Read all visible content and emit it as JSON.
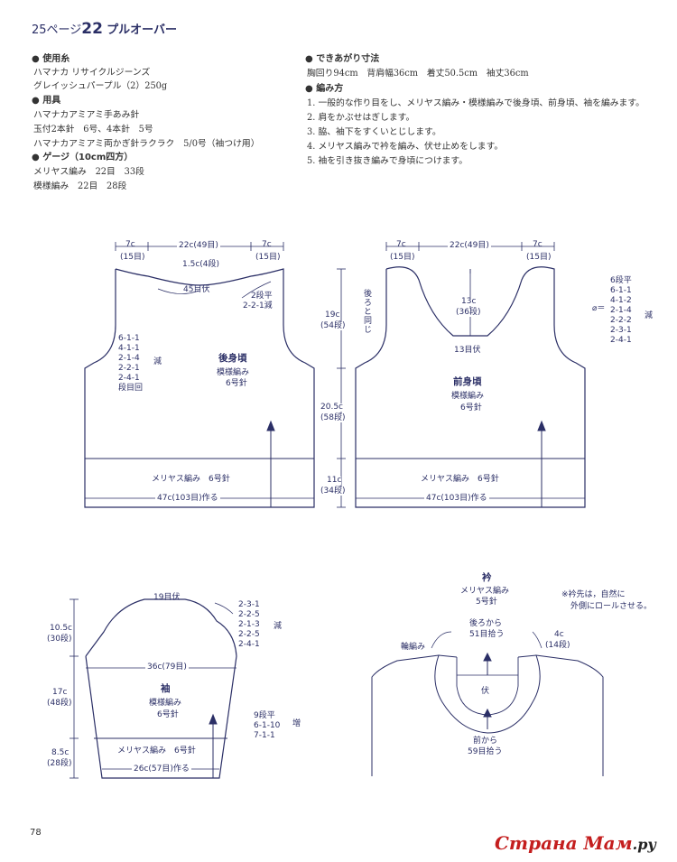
{
  "header": {
    "page_ref": "25ページ",
    "num": "22",
    "title": "プルオーバー"
  },
  "materials": {
    "yarn_head": "使用糸",
    "yarn_1": "ハマナカ リサイクルジーンズ",
    "yarn_2": "グレイッシュパープル（2）250g",
    "tools_head": "用具",
    "tools_1": "ハマナカアミアミ手あみ針",
    "tools_2": "玉付2本針　6号、4本針　5号",
    "tools_3": "ハマナカアミアミ両かぎ針ラクラク　5/0号（袖つけ用）",
    "gauge_head": "ゲージ（10cm四方）",
    "gauge_1": "メリヤス編み　22目　33段",
    "gauge_2": "模様編み　22目　28段"
  },
  "finished": {
    "head": "できあがり寸法",
    "line": "胸回り94cm　背肩幅36cm　着丈50.5cm　袖丈36cm",
    "method_head": "編み方",
    "steps": [
      "1. 一般的な作り目をし、メリヤス編み・模様編みで後身頃、前身頃、袖を編みます。",
      "2. 肩をかぶせはぎします。",
      "3. 脇、袖下をすくいとじします。",
      "4. メリヤス編みで衿を編み、伏せ止めをします。",
      "5. 袖を引き抜き編みで身頃につけます。"
    ]
  },
  "back": {
    "w7a": "7c",
    "w7a_s": "(15目)",
    "w22": "22c(49目)",
    "w7b": "7c",
    "w7b_s": "(15目)",
    "neck_drop": "1.5c(4段)",
    "bind45": "45目伏",
    "neck_dec": "2段平\n2-2-1減",
    "arm_dec": "6-1-1\n4-1-1\n2-1-4\n2-2-1\n2-4-1\n段目回",
    "arm_gen": "減",
    "name": "後身頃",
    "patt": "模様編み",
    "needle": "6号針",
    "rib": "メリヤス編み　6号針",
    "cast": "47c(103目)作る"
  },
  "sidedims": {
    "d1": "19c",
    "d1s": "(54段)",
    "d2": "20.5c",
    "d2s": "(58段)",
    "d3": "11c",
    "d3s": "(34段)"
  },
  "front": {
    "w7a": "7c",
    "w7a_s": "(15目)",
    "w22": "22c(49目)",
    "w7b": "7c",
    "w7b_s": "(15目)",
    "same": "後ろと同じ",
    "neck": "13c",
    "neck_s": "(36段)",
    "bind13": "13目伏",
    "name": "前身頃",
    "patt": "模様編み",
    "needle": "6号針",
    "rib": "メリヤス編み　6号針",
    "cast": "47c(103目)作る",
    "neck_dec": "6段平\n6-1-1\n4-1-2\n2-1-4\n2-2-2\n2-3-1\n2-4-1",
    "neck_mark": "⌀＝",
    "neck_gen": "減"
  },
  "sleeve": {
    "d1": "10.5c",
    "d1s": "(30段)",
    "d2": "17c",
    "d2s": "(48段)",
    "d3": "8.5c",
    "d3s": "(28段)",
    "bind19": "19目伏",
    "cap_dec": "2-3-1\n2-2-5\n2-1-3\n2-2-5\n2-4-1",
    "cap_gen": "減",
    "w36": "36c(79目)",
    "name": "袖",
    "patt": "模様編み",
    "needle": "6号針",
    "inc": "9段平\n6-1-10\n7-1-1",
    "inc_gen": "増",
    "rib": "メリヤス編み　6号針",
    "cast": "26c(57目)作る"
  },
  "collar": {
    "name": "衿",
    "patt": "メリヤス編み",
    "needle": "5号針",
    "note1": "※衿先は，自然に",
    "note2": "外側にロールさせる。",
    "back_pick": "後ろから",
    "back_pick2": "51目拾う",
    "rib": "輪編み",
    "h": "4c",
    "hs": "(14段)",
    "bind": "伏",
    "front_pick": "前から",
    "front_pick2": "59目拾う"
  },
  "page_no": "78",
  "watermark": "Страна Мам",
  "watermark_tld": ".ру"
}
